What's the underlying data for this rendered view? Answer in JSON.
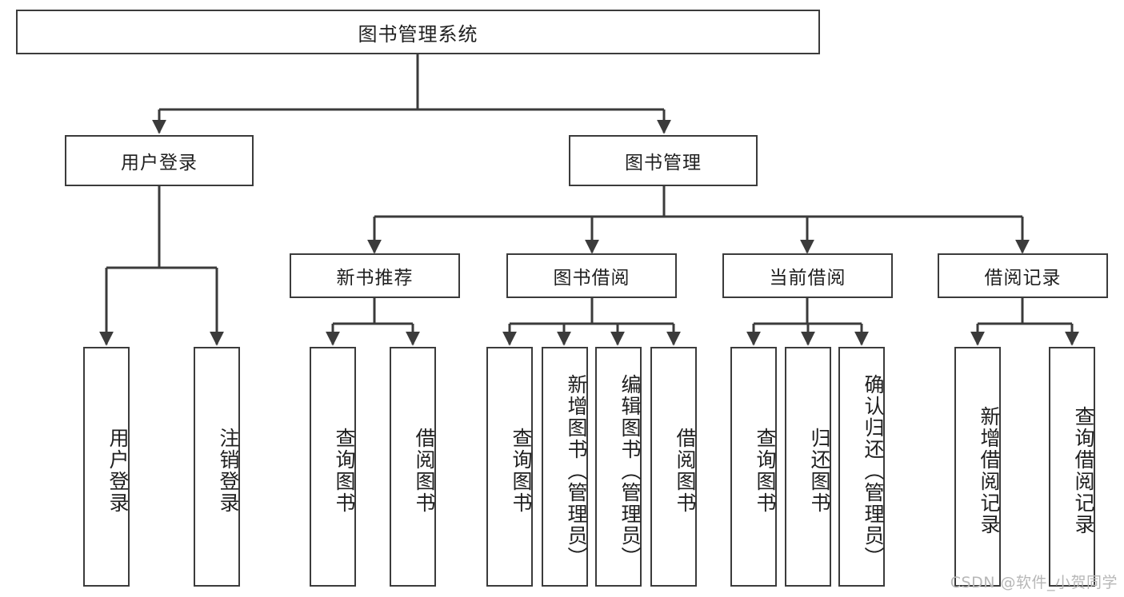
{
  "diagram": {
    "title": "图书管理系统",
    "watermark": "CSDN @软件_小贺同学",
    "line_color": "#3b3b3b",
    "box_fill": "#ffffff",
    "text_color": "#1f1f1f",
    "watermark_color": "#b7b7b7",
    "root": {
      "label": "图书管理系统"
    },
    "level2": [
      {
        "label": "用户登录"
      },
      {
        "label": "图书管理"
      }
    ],
    "level3": [
      {
        "label": "新书推荐"
      },
      {
        "label": "图书借阅"
      },
      {
        "label": "当前借阅"
      },
      {
        "label": "借阅记录"
      }
    ],
    "leaves": {
      "user_login": [
        {
          "label": "用户登录"
        },
        {
          "label": "注销登录"
        }
      ],
      "new_book_recommend": [
        {
          "label": "查询图书"
        },
        {
          "label": "借阅图书"
        }
      ],
      "book_borrow": [
        {
          "label": "查询图书"
        },
        {
          "label": "新增图书（管理员）"
        },
        {
          "label": "编辑图书（管理员）"
        },
        {
          "label": "借阅图书"
        }
      ],
      "current_borrow": [
        {
          "label": "查询图书"
        },
        {
          "label": "归还图书"
        },
        {
          "label": "确认归还（管理员）"
        }
      ],
      "borrow_record": [
        {
          "label": "新增借阅记录"
        },
        {
          "label": "查询借阅记录"
        }
      ]
    }
  }
}
